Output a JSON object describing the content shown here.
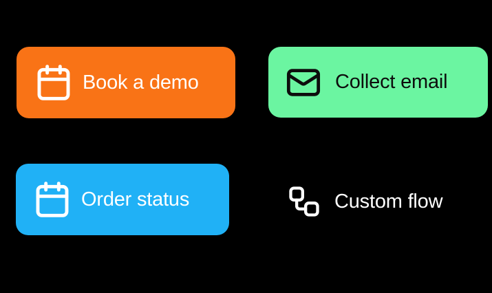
{
  "canvas": {
    "background": "#000000"
  },
  "options": {
    "book_demo": {
      "label": "Book a demo",
      "icon": "calendar-icon",
      "bg": "#F97316",
      "fg": "#FFFFFF"
    },
    "collect_email": {
      "label": "Collect email",
      "icon": "mail-icon",
      "bg": "#6BF5A1",
      "fg": "#0D0D0D"
    },
    "order_status": {
      "label": "Order status",
      "icon": "calendar-icon",
      "bg": "#20B1F6",
      "fg": "#FFFFFF"
    },
    "custom_flow": {
      "label": "Custom flow",
      "icon": "workflow-icon",
      "bg": "transparent",
      "fg": "#FFFFFF"
    }
  }
}
